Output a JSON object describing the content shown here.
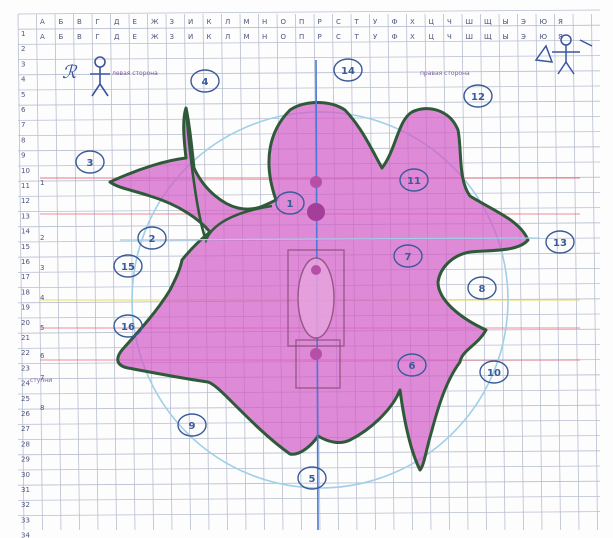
{
  "sheet": {
    "top_letters_row1": [
      "А",
      "Б",
      "В",
      "Г",
      "Д",
      "Е",
      "Ж",
      "З",
      "И",
      "К",
      "Л",
      "М",
      "Н",
      "О",
      "П",
      "Р",
      "С",
      "Т",
      "У",
      "Ф",
      "Х",
      "Ц",
      "Ч",
      "Ш",
      "Щ",
      "Ы",
      "Э",
      "Ю",
      "Я"
    ],
    "top_letters_row2": [
      "А",
      "Б",
      "В",
      "Г",
      "Д",
      "Е",
      "Ж",
      "З",
      "И",
      "К",
      "Л",
      "М",
      "Н",
      "О",
      "П",
      "Р",
      "С",
      "Т",
      "У",
      "Ф",
      "Х",
      "Ц",
      "Ч",
      "Ш",
      "Щ",
      "Ы",
      "Э",
      "Ю",
      "Я"
    ],
    "row_numbers": [
      "1",
      "2",
      "3",
      "4",
      "5",
      "6",
      "7",
      "8",
      "9",
      "10",
      "11",
      "12",
      "13",
      "14",
      "15",
      "16",
      "17",
      "18",
      "19",
      "20",
      "21",
      "22",
      "23",
      "24",
      "25",
      "26",
      "27",
      "28",
      "29",
      "30",
      "31",
      "32",
      "33",
      "34"
    ],
    "left_small_numbers": [
      "1",
      "2",
      "3",
      "4",
      "5",
      "6",
      "7",
      "8"
    ],
    "left_note": "левая сторона",
    "right_note": "правая сторона",
    "left_marker": "ℛ",
    "bottom_left_label": "ступни"
  },
  "labels": [
    {
      "text": "1"
    },
    {
      "text": "2"
    },
    {
      "text": "3"
    },
    {
      "text": "4"
    },
    {
      "text": "5"
    },
    {
      "text": "6"
    },
    {
      "text": "7"
    },
    {
      "text": "8"
    },
    {
      "text": "9"
    },
    {
      "text": "10"
    },
    {
      "text": "11"
    },
    {
      "text": "12"
    },
    {
      "text": "13"
    },
    {
      "text": "14"
    },
    {
      "text": "15"
    },
    {
      "text": "16"
    }
  ],
  "colors": {
    "paper": "#ffffff",
    "grid": "#b8bed0",
    "figure_fill": "#d15dc8",
    "figure_stroke": "#2f5a3a",
    "circle": "#9fd0e8",
    "axis": "#4a7ad8",
    "ink": "#3a5a9a"
  }
}
